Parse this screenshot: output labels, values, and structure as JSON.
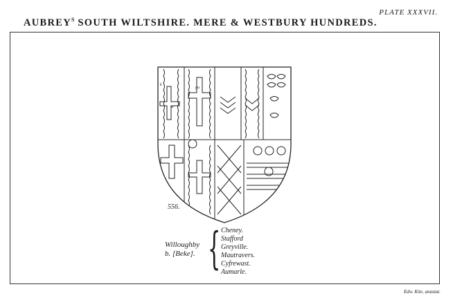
{
  "header": {
    "plate_label": "PLATE XXXVII.",
    "title_prefix": "AUBREY",
    "title_sup": "S",
    "title_rest": " SOUTH WILTSHIRE. MERE & WESTBURY HUNDREDS."
  },
  "shield": {
    "number": "556.",
    "tinctures": [
      "k",
      "or",
      "gu"
    ]
  },
  "legend": {
    "name_line1": "Willoughby",
    "name_line2": "b. [Beke].",
    "quarterings": [
      "Cheney.",
      "Stafford",
      "Greyville.",
      "Mautravers.",
      "Cyfrewast.",
      "Aumarle."
    ]
  },
  "footer": {
    "engraver": "Edw. Kite, anastat."
  }
}
